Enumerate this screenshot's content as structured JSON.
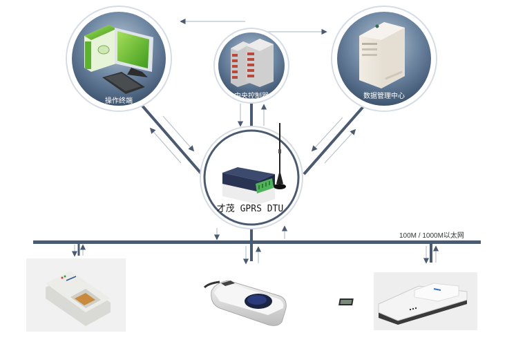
{
  "diagram": {
    "nodes": {
      "operator_terminal": {
        "label": "操作终端",
        "icon": "desktop-computer-icon"
      },
      "central_controller": {
        "label": "中央控制器",
        "icon": "server-rack-icon"
      },
      "data_center": {
        "label": "数据管理中心",
        "icon": "tower-server-icon"
      },
      "dtu": {
        "label": "才茂 GPRS DTU",
        "icon": "gprs-dtu-modem-icon"
      }
    },
    "network": {
      "label": "100M / 1000M以太网"
    },
    "devices": [
      {
        "name": "fingerprint-reader-1",
        "icon": "fingerprint-scanner-icon"
      },
      {
        "name": "fingerprint-reader-2",
        "icon": "usb-fingerprint-reader-icon"
      },
      {
        "name": "fingerprint-terminal",
        "icon": "fingerprint-terminal-icon"
      }
    ],
    "connections": [
      {
        "from": "operator_terminal",
        "to": "data_center",
        "direction": "bidirectional"
      },
      {
        "from": "operator_terminal",
        "to": "dtu",
        "direction": "bidirectional"
      },
      {
        "from": "data_center",
        "to": "dtu",
        "direction": "bidirectional"
      },
      {
        "from": "central_controller",
        "to": "dtu",
        "direction": "bidirectional"
      },
      {
        "from": "dtu",
        "to": "network",
        "direction": "bidirectional"
      },
      {
        "from": "network",
        "to": "fingerprint-reader-1",
        "direction": "bidirectional"
      },
      {
        "from": "network",
        "to": "fingerprint-reader-2",
        "direction": "bidirectional"
      },
      {
        "from": "network",
        "to": "fingerprint-terminal",
        "direction": "bidirectional"
      }
    ],
    "colors": {
      "line": "#4a5a70",
      "circle_fill": "#5f7894",
      "circle_ring": "#dfe5ec",
      "green_accent": "#5ab52a"
    }
  }
}
